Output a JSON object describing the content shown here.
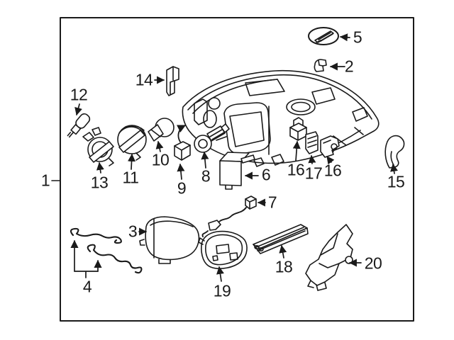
{
  "colors": {
    "line": "#1a1a1a",
    "background": "#ffffff"
  },
  "callouts": [
    {
      "label": "1"
    },
    {
      "label": "2"
    },
    {
      "label": "3"
    },
    {
      "label": "4"
    },
    {
      "label": "5"
    },
    {
      "label": "6"
    },
    {
      "label": "7"
    },
    {
      "label": "8"
    },
    {
      "label": "9"
    },
    {
      "label": "10"
    },
    {
      "label": "11"
    },
    {
      "label": "12"
    },
    {
      "label": "13"
    },
    {
      "label": "14"
    },
    {
      "label": "15"
    },
    {
      "label": "16"
    },
    {
      "label": "17"
    },
    {
      "label": "16"
    },
    {
      "label": "18"
    },
    {
      "label": "19"
    },
    {
      "label": "20"
    }
  ]
}
